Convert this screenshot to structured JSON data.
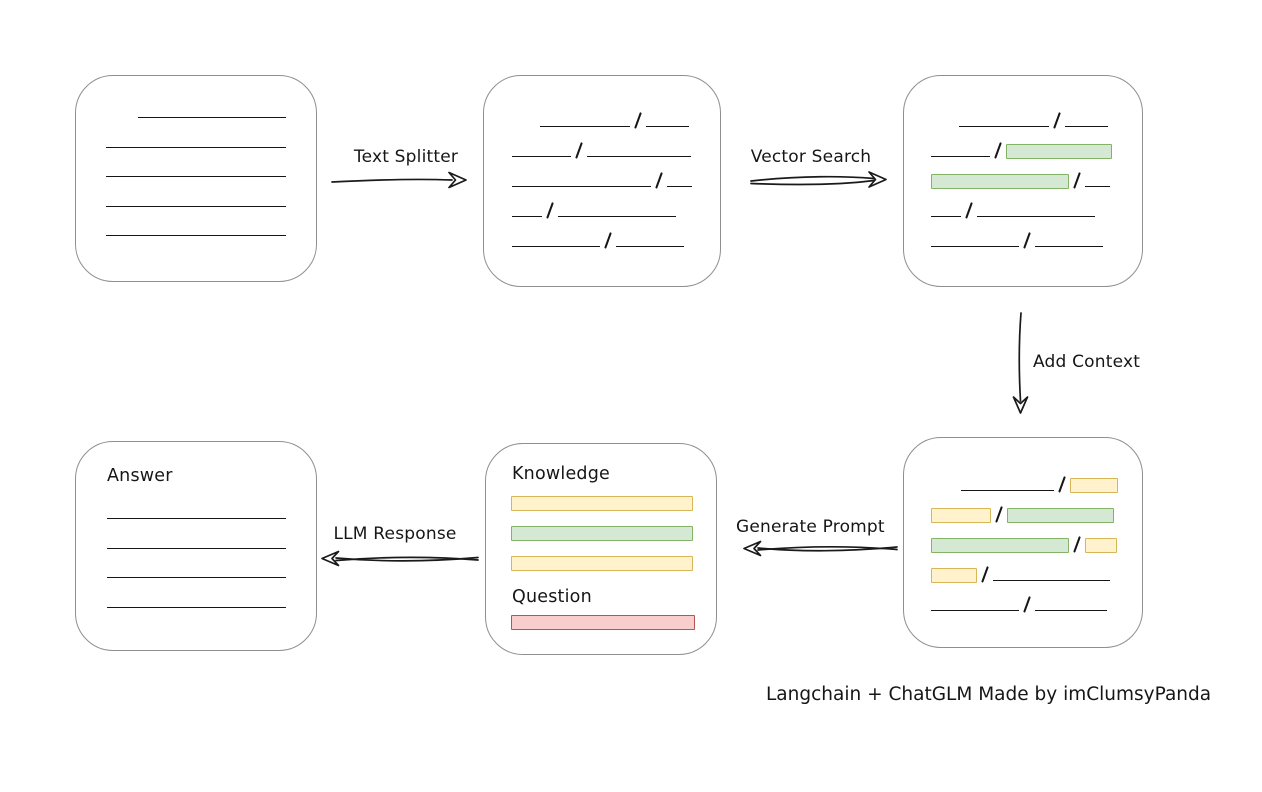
{
  "caption": "Langchain + ChatGLM Made by imClumsyPanda",
  "colors": {
    "background": "#ffffff",
    "box_border": "#8f8f8f",
    "stroke": "#1a1a1a",
    "green_fill": "#d5e8d4",
    "green_border": "#82b366",
    "yellow_fill": "#fff2cc",
    "yellow_border": "#d6b656",
    "red_fill": "#f8cecc",
    "red_border": "#b85450"
  },
  "arrows": {
    "text_splitter": {
      "label": "Text Splitter",
      "direction": "right"
    },
    "vector_search": {
      "label": "Vector Search",
      "direction": "right"
    },
    "add_context": {
      "label": "Add Context",
      "direction": "down"
    },
    "generate_prompt": {
      "label": "Generate Prompt",
      "direction": "left"
    },
    "llm_response": {
      "label": "LLM Response",
      "direction": "left"
    }
  },
  "boxes": {
    "document": {
      "rows": [
        {
          "indent": 32,
          "segs": [
            [
              "line",
              148
            ]
          ]
        },
        {
          "segs": [
            [
              "line",
              180
            ]
          ]
        },
        {
          "segs": [
            [
              "line",
              180
            ]
          ]
        },
        {
          "segs": [
            [
              "line",
              180
            ]
          ]
        },
        {
          "segs": [
            [
              "line",
              180
            ]
          ]
        }
      ]
    },
    "split_chunks": {
      "rows": [
        {
          "indent": 28,
          "segs": [
            [
              "line",
              90
            ],
            [
              "line",
              43
            ]
          ]
        },
        {
          "segs": [
            [
              "line",
              59
            ],
            [
              "line",
              104
            ]
          ]
        },
        {
          "segs": [
            [
              "line",
              139
            ],
            [
              "line",
              25
            ]
          ]
        },
        {
          "segs": [
            [
              "line",
              30
            ],
            [
              "line",
              118
            ]
          ]
        },
        {
          "segs": [
            [
              "line",
              88
            ],
            [
              "line",
              68
            ]
          ]
        }
      ]
    },
    "vector_matches": {
      "rows": [
        {
          "indent": 28,
          "segs": [
            [
              "line",
              90
            ],
            [
              "line",
              43
            ]
          ]
        },
        {
          "segs": [
            [
              "line",
              59
            ],
            [
              "green",
              106
            ]
          ]
        },
        {
          "segs": [
            [
              "green",
              138
            ],
            [
              "line",
              25
            ]
          ]
        },
        {
          "segs": [
            [
              "line",
              30
            ],
            [
              "line",
              118
            ]
          ]
        },
        {
          "segs": [
            [
              "line",
              88
            ],
            [
              "line",
              68
            ]
          ]
        }
      ]
    },
    "context_chunks": {
      "rows": [
        {
          "indent": 30,
          "segs": [
            [
              "line",
              93
            ],
            [
              "yellow",
              48
            ]
          ]
        },
        {
          "segs": [
            [
              "yellow",
              60
            ],
            [
              "green",
              107
            ]
          ]
        },
        {
          "segs": [
            [
              "green",
              138
            ],
            [
              "yellow",
              32
            ]
          ]
        },
        {
          "segs": [
            [
              "yellow",
              46
            ],
            [
              "line",
              117
            ]
          ]
        },
        {
          "segs": [
            [
              "line",
              88
            ],
            [
              "line",
              72
            ]
          ]
        }
      ]
    },
    "prompt": {
      "knowledge_label": "Knowledge",
      "question_label": "Question",
      "knowledge_rows": [
        {
          "segs": [
            [
              "yellow",
              182
            ]
          ]
        },
        {
          "segs": [
            [
              "green",
              182
            ]
          ]
        },
        {
          "segs": [
            [
              "yellow",
              182
            ]
          ]
        }
      ],
      "question_rows": [
        {
          "segs": [
            [
              "red",
              184
            ]
          ]
        }
      ]
    },
    "answer": {
      "label": "Answer",
      "rows": [
        {
          "segs": [
            [
              "line",
              179
            ]
          ]
        },
        {
          "segs": [
            [
              "line",
              179
            ]
          ]
        },
        {
          "segs": [
            [
              "line",
              179
            ]
          ]
        },
        {
          "segs": [
            [
              "line",
              179
            ]
          ]
        }
      ]
    }
  }
}
